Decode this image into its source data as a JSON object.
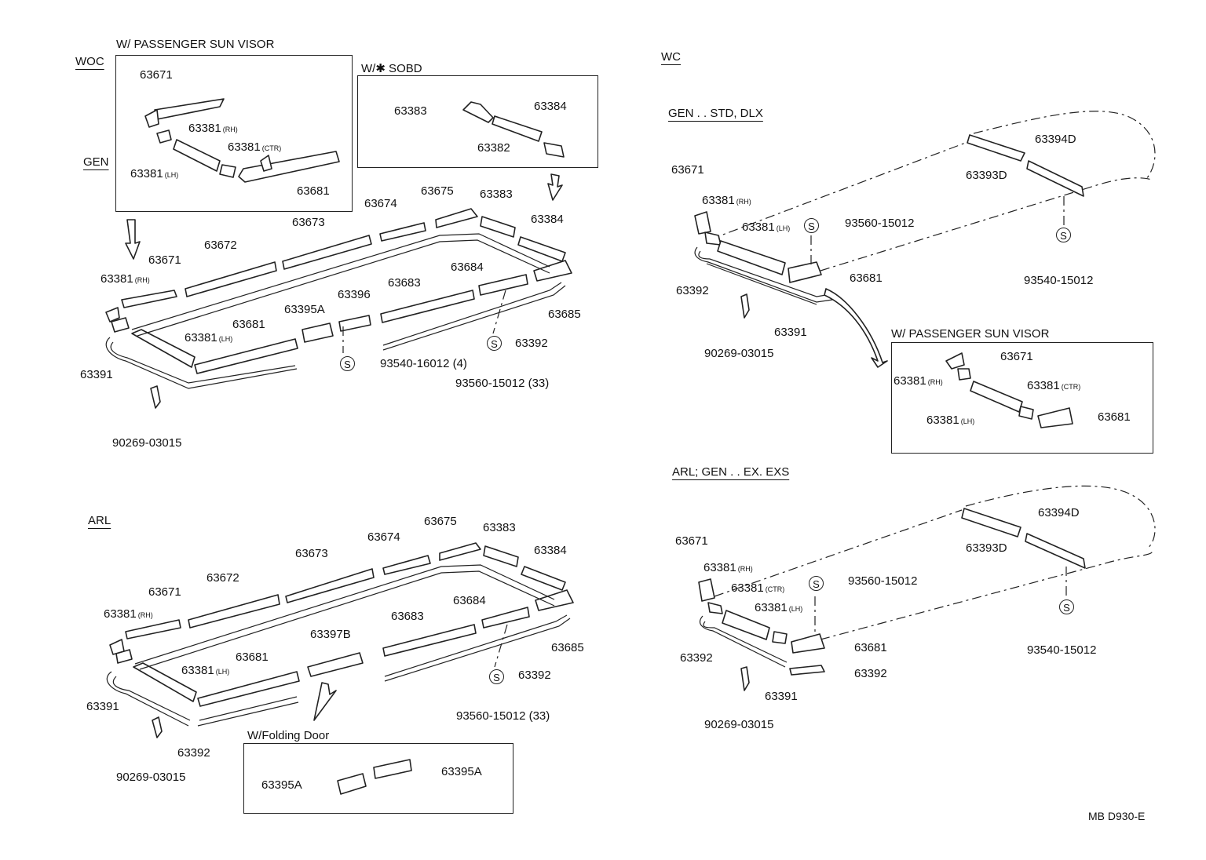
{
  "sections": {
    "woc": "WOC",
    "gen": "GEN",
    "arl": "ARL",
    "wc": "WC",
    "gen_std_dlx": "GEN . . STD, DLX",
    "arl_gen_ex_exs": "ARL; GEN . . EX. EXS"
  },
  "boxes": {
    "passenger_sun_visor": "W/ PASSENGER SUN VISOR",
    "sobd": "W/✱ SOBD",
    "passenger_sun_visor_wc": "W/ PASSENGER SUN VISOR",
    "folding_door": "W/Folding Door"
  },
  "suffix": {
    "rh": "(RH)",
    "lh": "(LH)",
    "ctr": "(CTR)"
  },
  "s_symbol": "S",
  "parts": {
    "p63671": "63671",
    "p63381": "63381",
    "p63681": "63681",
    "p63383": "63383",
    "p63384": "63384",
    "p63382": "63382",
    "p63672": "63672",
    "p63673": "63673",
    "p63674": "63674",
    "p63675": "63675",
    "p63684": "63684",
    "p63685": "63685",
    "p63683": "63683",
    "p63395a": "63395A",
    "p63396": "63396",
    "p63397b": "63397B",
    "p63391": "63391",
    "p63392": "63392",
    "p63393d": "63393D",
    "p63394d": "63394D",
    "screw_93540_16012": "93540-16012 (4)",
    "screw_93560_15012_33": "93560-15012 (33)",
    "screw_93560_15012": "93560-15012",
    "screw_93540_15012": "93540-15012",
    "clip_90269_03015": "90269-03015"
  },
  "drawing_code": "MB D930-E"
}
